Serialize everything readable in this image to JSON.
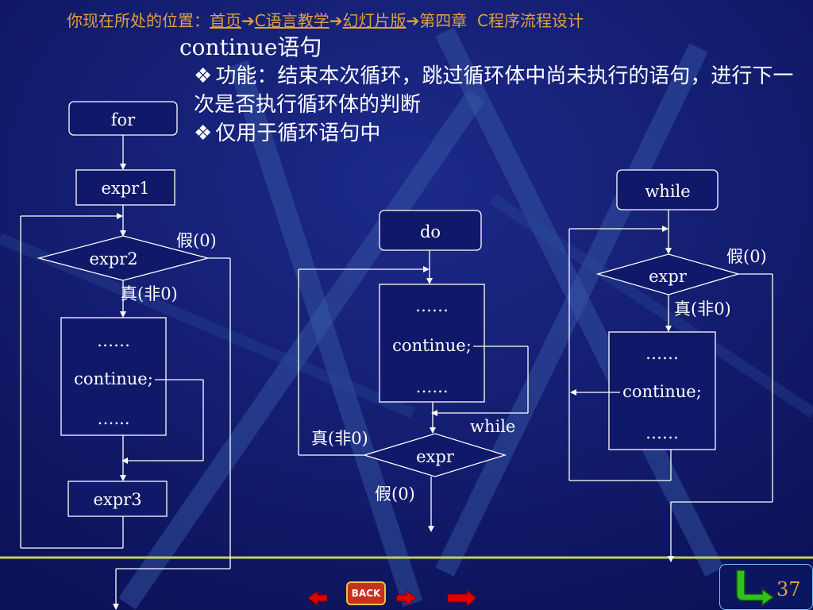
{
  "breadcrumb": {
    "prefix": "你现在所处的位置：",
    "home": "首页",
    "course": "C语言教学",
    "slides": "幻灯片版",
    "chapter": "第四章",
    "section": "C程序流程设计"
  },
  "heading": "continue语句",
  "bullets": [
    "功能：结束本次循环，跳过循环体中尚未执行的语句，进行下一次是否执行循环体的判断",
    "仅用于循环语句中"
  ],
  "flowchart_for": {
    "start": "for",
    "init": "expr1",
    "cond": "expr2",
    "false_label": "假(0)",
    "true_label": "真(非0)",
    "body_line1": "……",
    "body_line2": "continue;",
    "body_line3": "…...",
    "incr": "expr3"
  },
  "flowchart_do": {
    "start": "do",
    "body_line1": "……",
    "body_line2": "continue;",
    "body_line3": "…...",
    "while_label": "while",
    "cond": "expr",
    "true_label": "真(非0)",
    "false_label": "假(0)"
  },
  "flowchart_while": {
    "start": "while",
    "cond": "expr",
    "false_label": "假(0)",
    "true_label": "真(非0)",
    "body_line1": "……",
    "body_line2": "continue;",
    "body_line3": "……"
  },
  "nav": {
    "back_label": "BACK",
    "page_number": "37"
  },
  "colors": {
    "background": "#10186a",
    "accent": "#e0a040",
    "arrow_red": "#e00000"
  }
}
